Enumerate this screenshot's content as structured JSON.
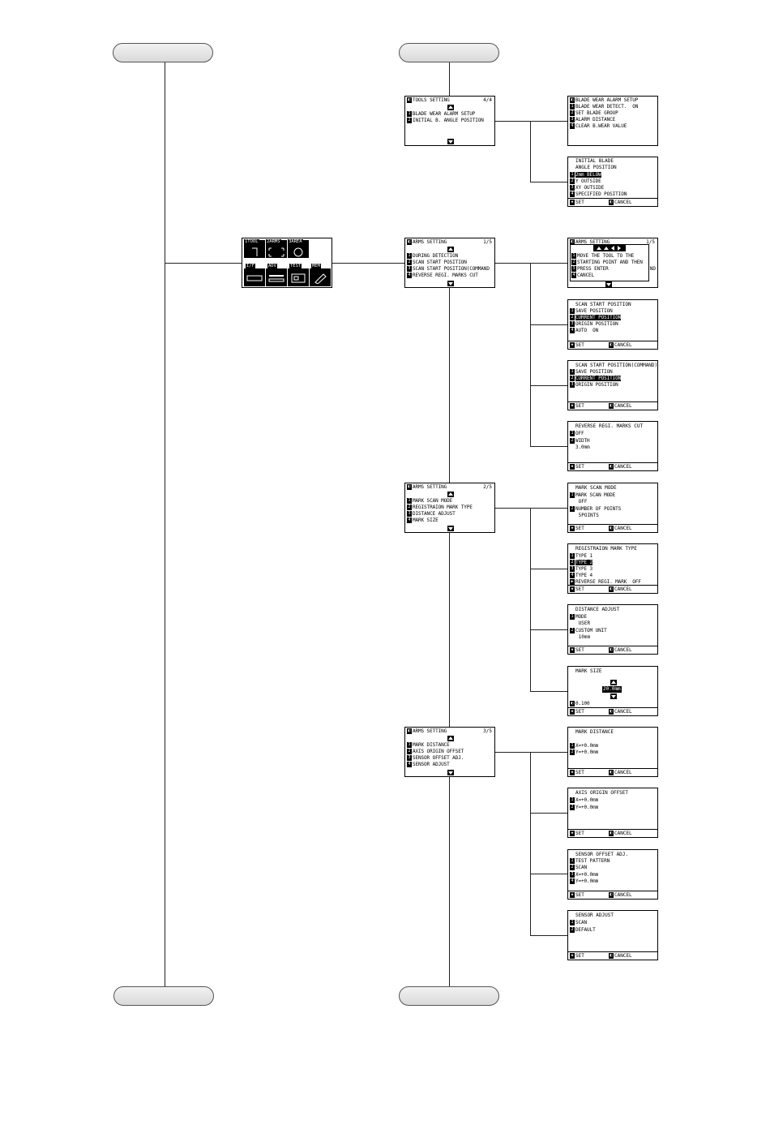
{
  "main_menu": {
    "labels": [
      "1TOOL",
      "2ARMS",
      "3AREA",
      "I/F",
      "ADV",
      "TEST",
      "MEM"
    ]
  },
  "screens": {
    "tools_setting_4": {
      "title": "TOOLS SETTING",
      "page": "4/4",
      "items": [
        {
          "key": "1",
          "text": "BLADE WEAR ALARM SETUP"
        },
        {
          "key": "2",
          "text": "INITIAL B. ANGLE POSITION"
        }
      ]
    },
    "blade_wear_alarm": {
      "items": [
        {
          "key": "",
          "text": "BLADE WEAR ALARM SETUP"
        },
        {
          "key": "1",
          "text": "BLADE WEAR DETECT.  ON"
        },
        {
          "key": "2",
          "text": "SET BLADE GROUP"
        },
        {
          "key": "3",
          "text": "ALARM DISTANCE"
        },
        {
          "key": "4",
          "text": "CLEAR B.WEAR VALUE"
        }
      ]
    },
    "initial_blade": {
      "title1": "INITIAL BLADE",
      "title2": "ANGLE POSITION",
      "items": [
        {
          "key": "1",
          "text": "2mm BELOW",
          "hl": true
        },
        {
          "key": "2",
          "text": "Y OUTSIDE"
        },
        {
          "key": "3",
          "text": "XY OUTSIDE"
        },
        {
          "key": "4",
          "text": "SPECIFIED POSITION"
        }
      ],
      "set": "SET",
      "cancel": "CANCEL"
    },
    "arms_1": {
      "title": "ARMS SETTING",
      "page": "1/5",
      "items": [
        {
          "key": "1",
          "text": "DURING DETECTION"
        },
        {
          "key": "2",
          "text": "SCAN START POSITION"
        },
        {
          "key": "3",
          "text": "SCAN START POSITION(COMMAND"
        },
        {
          "key": "4",
          "text": "REVERSE REGI. MARKS CUT"
        }
      ]
    },
    "during_detection": {
      "title": "ARMS SETTING",
      "page": "1/5",
      "items": [
        {
          "key": "1",
          "text": "MOVE THE TOOL TO THE"
        },
        {
          "key": "2",
          "text": "STARTING POINT AND THEN"
        },
        {
          "key": "3",
          "text": "PRESS ENTER"
        },
        {
          "key": "4",
          "text": "CANCEL"
        }
      ],
      "tail": "ND"
    },
    "scan_start": {
      "title": "SCAN START POSITION",
      "items": [
        {
          "key": "1",
          "text": "SAVE POSITION"
        },
        {
          "key": "2",
          "text": "CURRENT POSITION",
          "hl": true
        },
        {
          "key": "3",
          "text": "ORIGIN POSITION"
        },
        {
          "key": "4",
          "text": "AUTO  ON"
        }
      ],
      "set": "SET",
      "cancel": "CANCEL"
    },
    "scan_start_cmd": {
      "title": "SCAN START POSITION(COMMAND)",
      "items": [
        {
          "key": "1",
          "text": "SAVE POSITION"
        },
        {
          "key": "2",
          "text": "CURRENT POSITION",
          "hl": true
        },
        {
          "key": "3",
          "text": "ORIGIN POSITION"
        }
      ],
      "set": "SET",
      "cancel": "CANCEL"
    },
    "reverse_regi": {
      "title": "REVERSE REGI. MARKS CUT",
      "items": [
        {
          "key": "1",
          "text": "OFF"
        },
        {
          "key": "2",
          "text": "WIDTH"
        },
        {
          "key": "",
          "text": "  3.0mm"
        }
      ],
      "set": "SET",
      "cancel": "CANCEL"
    },
    "arms_2": {
      "title": "ARMS SETTING",
      "page": "2/5",
      "items": [
        {
          "key": "1",
          "text": "MARK SCAN MODE"
        },
        {
          "key": "2",
          "text": "REGISTRAION MARK TYPE"
        },
        {
          "key": "3",
          "text": "DISTANCE ADJUST"
        },
        {
          "key": "4",
          "text": "MARK SIZE"
        }
      ]
    },
    "mark_scan_mode": {
      "title": "MARK SCAN MODE",
      "items": [
        {
          "key": "1",
          "text": "MARK SCAN MODE"
        },
        {
          "key": "",
          "text": " OFF"
        },
        {
          "key": "2",
          "text": "NUMBER OF POINTS"
        },
        {
          "key": "",
          "text": " 5POINTS"
        }
      ],
      "set": "SET",
      "cancel": "CANCEL"
    },
    "reg_mark_type": {
      "title": "REGISTRAION MARK TYPE",
      "items": [
        {
          "key": "1",
          "text": "TYPE 1"
        },
        {
          "key": "2",
          "text": "TYPE 2",
          "hl": true
        },
        {
          "key": "3",
          "text": "TYPE 3"
        },
        {
          "key": "4",
          "text": "TYPE 4"
        },
        {
          "key": "▶",
          "text": "REVERSE REGI. MARK  OFF"
        }
      ],
      "set": "SET",
      "cancel": "CANCEL"
    },
    "distance_adjust": {
      "title": "DISTANCE ADJUST",
      "items": [
        {
          "key": "1",
          "text": "MODE"
        },
        {
          "key": "",
          "text": " USER"
        },
        {
          "key": "2",
          "text": "CUSTOM UNIT"
        },
        {
          "key": "",
          "text": " 10mm"
        }
      ],
      "set": "SET",
      "cancel": "CANCEL"
    },
    "mark_size": {
      "title": "MARK SIZE",
      "value": "20.0mm",
      "extra": "0.100",
      "set": "SET",
      "cancel": "CANCEL"
    },
    "arms_3": {
      "title": "ARMS SETTING",
      "page": "3/5",
      "items": [
        {
          "key": "1",
          "text": "MARK DISTANCE"
        },
        {
          "key": "2",
          "text": "AXIS ORIGIN OFFSET"
        },
        {
          "key": "3",
          "text": "SENSOR OFFSET ADJ."
        },
        {
          "key": "4",
          "text": "SENSOR ADJUST"
        }
      ]
    },
    "mark_distance": {
      "title": "MARK DISTANCE",
      "items": [
        {
          "key": "1",
          "text": "X=+0.0mm"
        },
        {
          "key": "2",
          "text": "Y=+0.0mm"
        }
      ],
      "set": "SET",
      "cancel": "CANCEL"
    },
    "axis_origin": {
      "title": "AXIS ORIGIN OFFSET",
      "items": [
        {
          "key": "1",
          "text": "X=+0.0mm"
        },
        {
          "key": "2",
          "text": "Y=+0.0mm"
        }
      ],
      "set": "SET",
      "cancel": "CANCEL"
    },
    "sensor_offset": {
      "title": "SENSOR OFFSET ADJ.",
      "items": [
        {
          "key": "1",
          "text": "TEST PATTERN"
        },
        {
          "key": "2",
          "text": "SCAN"
        },
        {
          "key": "3",
          "text": "X=+0.0mm"
        },
        {
          "key": "4",
          "text": "Y=+0.0mm"
        }
      ],
      "set": "SET",
      "cancel": "CANCEL"
    },
    "sensor_adjust": {
      "title": "SENSOR ADJUST",
      "items": [
        {
          "key": "1",
          "text": "SCAN"
        },
        {
          "key": "2",
          "text": "DEFAULT"
        }
      ],
      "set": "SET",
      "cancel": "CANCEL"
    }
  }
}
